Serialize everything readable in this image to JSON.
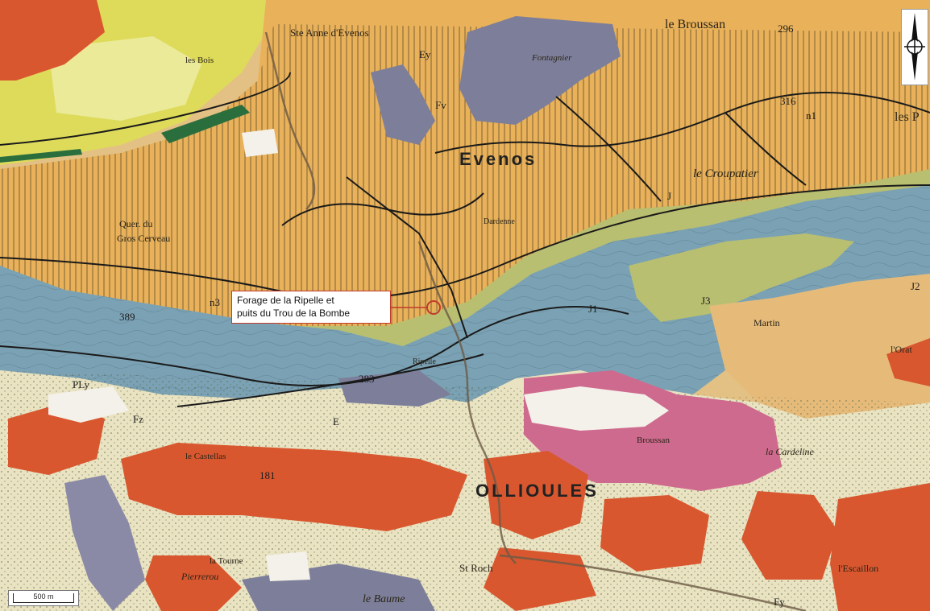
{
  "map": {
    "places": [
      {
        "id": "evenos",
        "text": "Evenos"
      },
      {
        "id": "ollioules",
        "text": "OLLIOULES"
      },
      {
        "id": "broussan",
        "text": "le Broussan"
      },
      {
        "id": "croupatier",
        "text": "le Croupatier"
      },
      {
        "id": "cardeline",
        "text": "la Cardeline"
      },
      {
        "id": "baume",
        "text": "le Baume"
      },
      {
        "id": "cerveau",
        "text": "Gros Cerveau"
      },
      {
        "id": "quarry",
        "text": "Quer. du"
      },
      {
        "id": "oratoire",
        "text": "l'Orat"
      },
      {
        "id": "lespa",
        "text": "les P"
      },
      {
        "id": "fontagnier",
        "text": "Fontagnier"
      },
      {
        "id": "lesbois",
        "text": "les Bois"
      },
      {
        "id": "dardenne",
        "text": "Dardenne"
      },
      {
        "id": "sanary",
        "text": "Ste Anne d'Evenos"
      },
      {
        "id": "pierrerou",
        "text": "Pierrerou"
      },
      {
        "id": "latourne",
        "text": "la Tourne"
      },
      {
        "id": "castellas",
        "text": "le Castellas"
      },
      {
        "id": "broussan2",
        "text": "Broussan"
      },
      {
        "id": "ripelle",
        "text": "Ripelle"
      },
      {
        "id": "martin",
        "text": "Martin"
      },
      {
        "id": "strobe",
        "text": "St Roch"
      },
      {
        "id": "escaillon",
        "text": "l'Escaillon"
      }
    ],
    "units": [
      "n1",
      "J",
      "J1",
      "J2",
      "J3",
      "Fz",
      "Ey",
      "PLy",
      "E",
      "Fy",
      "Fv",
      "n3",
      "389",
      "283",
      "296",
      "316",
      "181"
    ],
    "colors": {
      "orange_jurassic": "#e8b15a",
      "tan": "#dcbd7c",
      "yellow": "#dedb5b",
      "light_yellow": "#eaea99",
      "blue_grey": "#7ba2b4",
      "slate": "#7d7f9a",
      "olive": "#b9bf70",
      "red_orange": "#d9572f",
      "pink": "#cf6a8f",
      "cream": "#e9e3c2",
      "white_patch": "#f4f1ea",
      "dark_green": "#2b6e3e"
    }
  },
  "callout": {
    "line1": "Forage de la Ripelle et",
    "line2": "puits du Trou de la Bombe"
  },
  "compass": {
    "icon": "north-arrow-icon"
  },
  "scale": {
    "label": "500 m"
  }
}
